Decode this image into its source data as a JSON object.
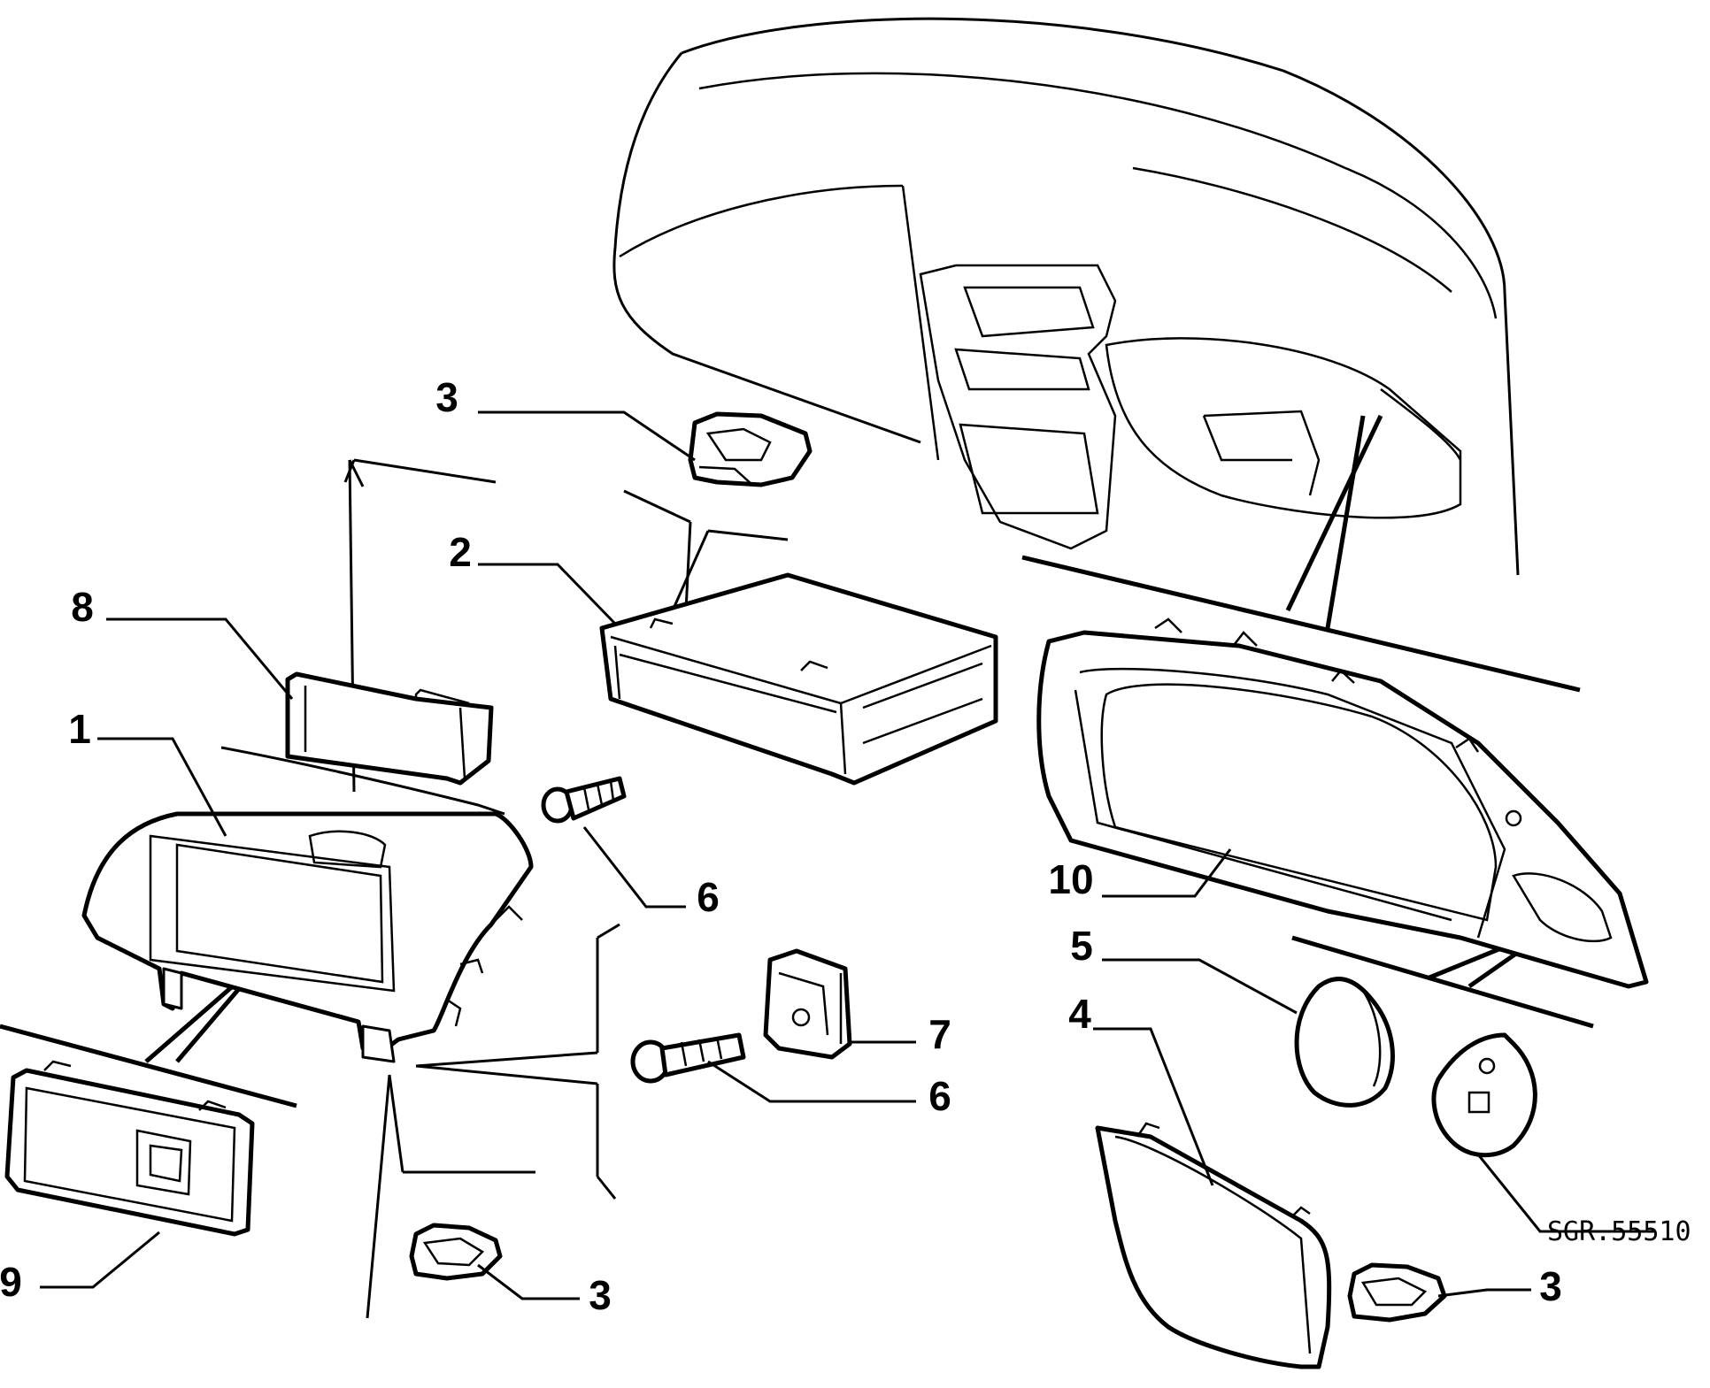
{
  "drawing_code": "SGR.55510",
  "callouts": [
    {
      "id": "c3a",
      "label": "3"
    },
    {
      "id": "c2",
      "label": "2"
    },
    {
      "id": "c8",
      "label": "8"
    },
    {
      "id": "c1",
      "label": "1"
    },
    {
      "id": "c6a",
      "label": "6"
    },
    {
      "id": "c10",
      "label": "10"
    },
    {
      "id": "c5",
      "label": "5"
    },
    {
      "id": "c4",
      "label": "4"
    },
    {
      "id": "c7",
      "label": "7"
    },
    {
      "id": "c6b",
      "label": "6"
    },
    {
      "id": "c9",
      "label": "9"
    },
    {
      "id": "c3b",
      "label": "3"
    },
    {
      "id": "c3c",
      "label": "3"
    }
  ],
  "colors": {
    "line": "#000000",
    "background": "#ffffff"
  }
}
